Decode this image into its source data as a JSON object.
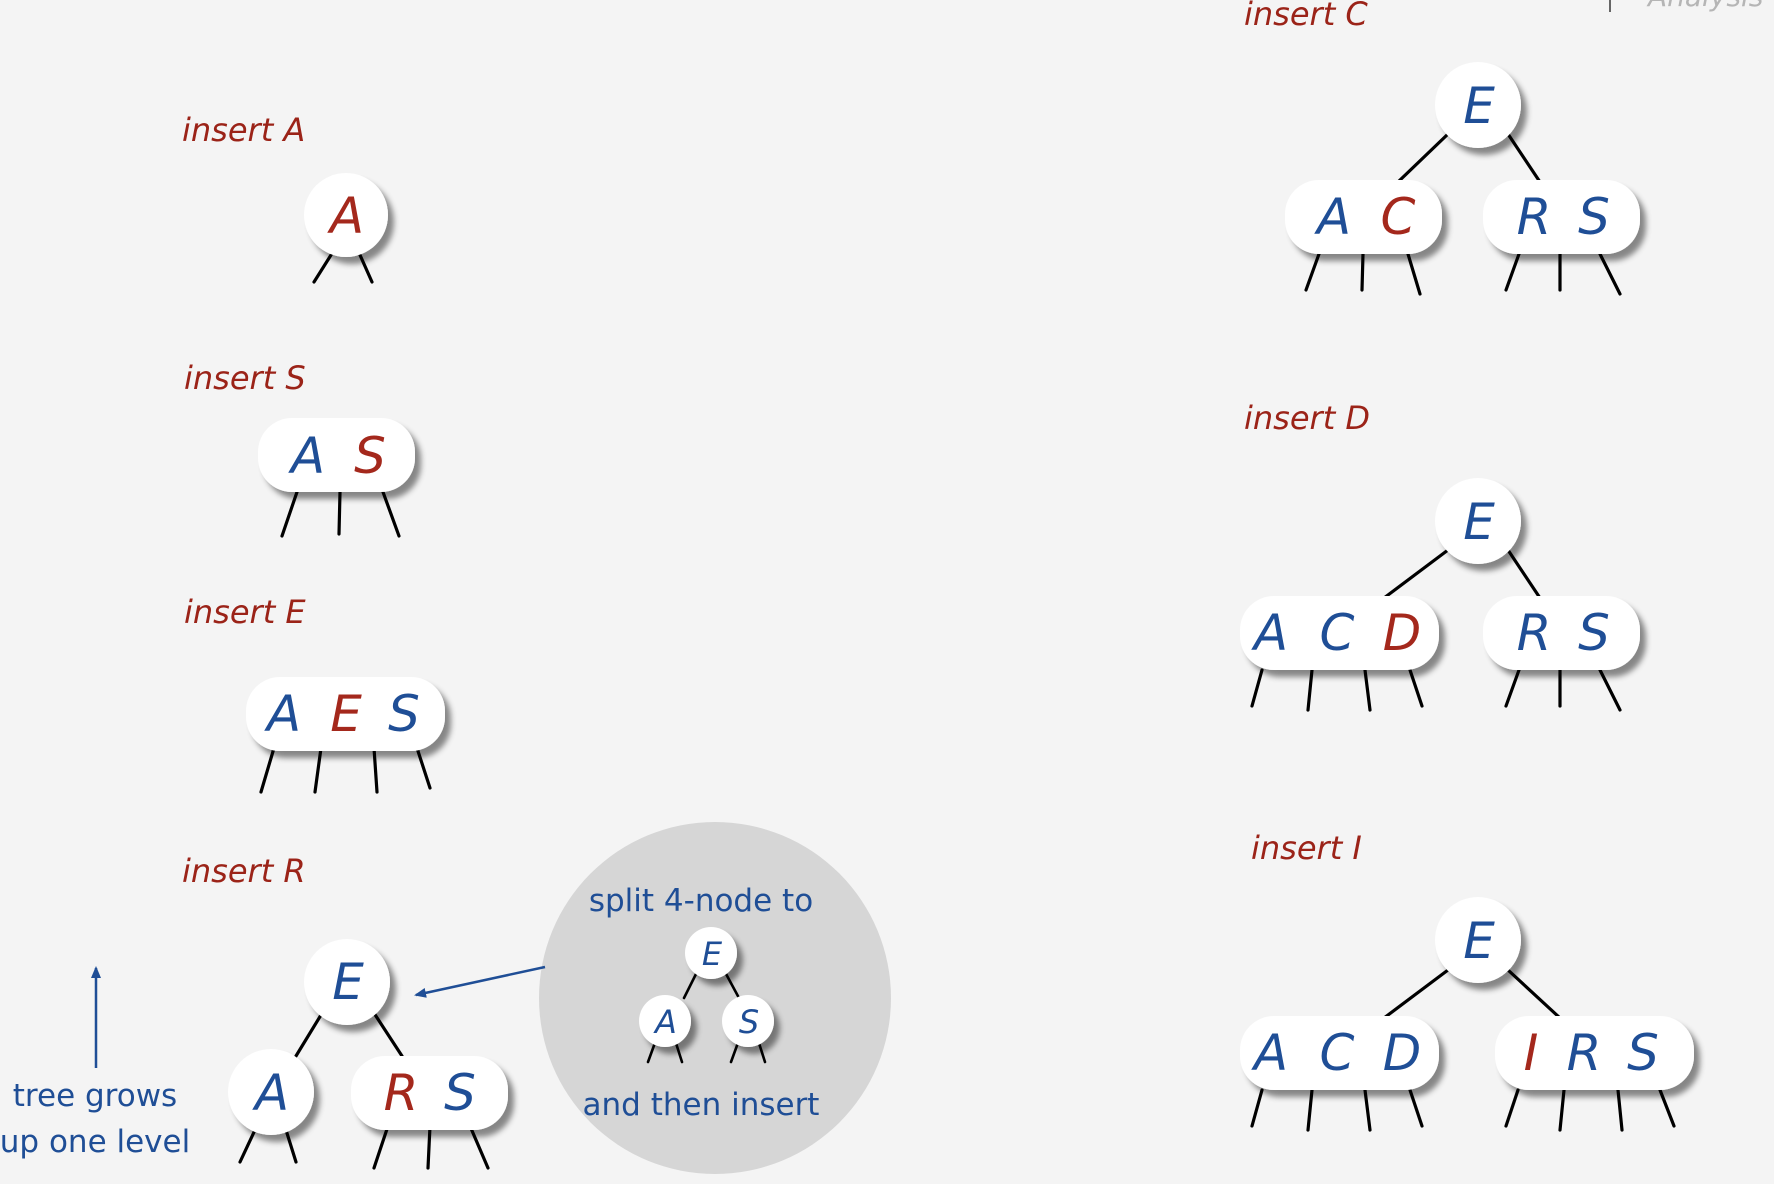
{
  "header": {
    "partial_text": "Analysis"
  },
  "steps": {
    "insert_a": {
      "label": "insert A",
      "keys": [
        "A"
      ]
    },
    "insert_s": {
      "label": "insert S",
      "keys": [
        "A",
        "S"
      ]
    },
    "insert_e": {
      "label": "insert E",
      "keys": [
        "A",
        "E",
        "S"
      ]
    },
    "insert_r": {
      "label": "insert R",
      "root": "E",
      "left": [
        "A"
      ],
      "right": [
        "R",
        "S"
      ]
    },
    "insert_c": {
      "label": "insert C",
      "root": "E",
      "left": [
        "A",
        "C"
      ],
      "right": [
        "R",
        "S"
      ]
    },
    "insert_d": {
      "label": "insert D",
      "root": "E",
      "left": [
        "A",
        "C",
        "D"
      ],
      "right": [
        "R",
        "S"
      ]
    },
    "insert_i": {
      "label": "insert I",
      "root": "E",
      "left": [
        "A",
        "C",
        "D"
      ],
      "right": [
        "I",
        "R",
        "S"
      ]
    }
  },
  "callout": {
    "line1": "split 4-node to",
    "line2": "and then insert",
    "root": "E",
    "left": "A",
    "right": "S"
  },
  "growth_note": {
    "line1": "tree grows",
    "line2": "up one level"
  },
  "colors": {
    "new_key": "#a4281c",
    "key": "#1f4e96",
    "label": "#9b2318",
    "callout_bg": "#d6d6d6"
  }
}
